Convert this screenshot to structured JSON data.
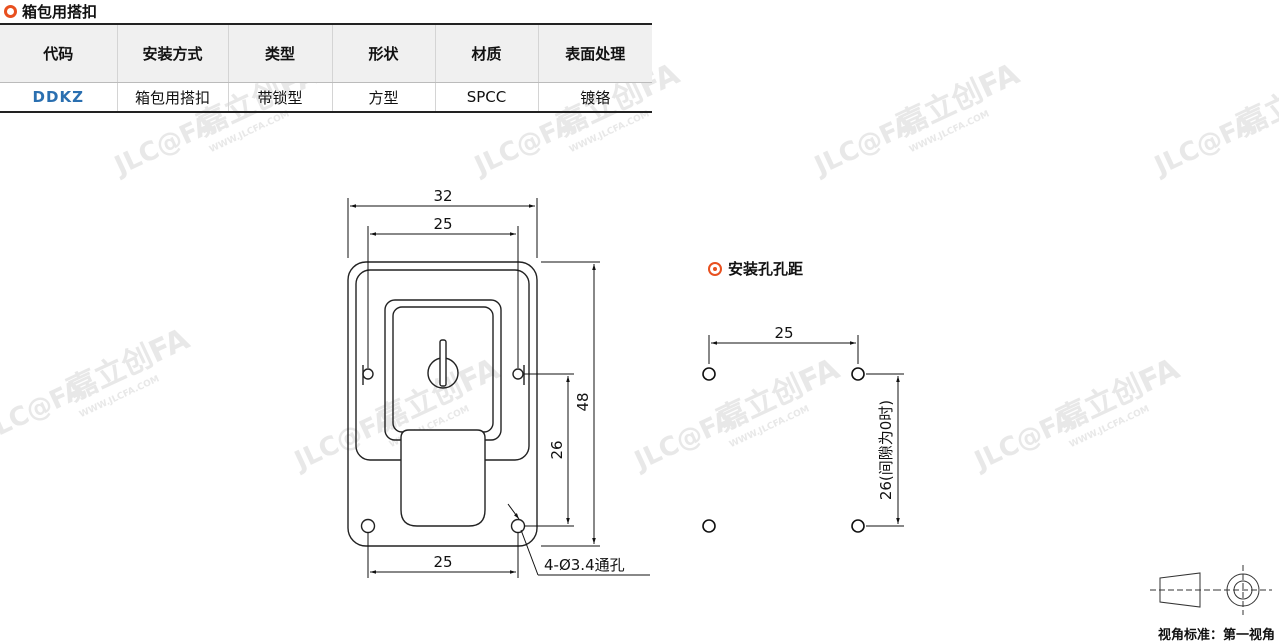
{
  "section_title": "箱包用搭扣",
  "table": {
    "headers": [
      "代码",
      "安装方式",
      "类型",
      "形状",
      "材质",
      "表面处理"
    ],
    "row": [
      "DDKZ",
      "箱包用搭扣",
      "带锁型",
      "方型",
      "SPCC",
      "镀铬"
    ]
  },
  "drawing": {
    "dim_overall_width": "32",
    "dim_top_inner": "25",
    "dim_bottom": "25",
    "dim_height": "48",
    "dim_inner_height": "26",
    "hole_callout": "4-Ø3.4通孔"
  },
  "mounting": {
    "title": "安装孔孔距",
    "dim_width": "25",
    "dim_height": "26(间隙为0时)"
  },
  "watermark": {
    "brand": "JLC@FA",
    "cn": "嘉立创FA",
    "url": "WWW.JLCFA.COM"
  },
  "view_caption": "视角标准：第一视角",
  "colors": {
    "accent": "#e8501f",
    "code_blue": "#2a6fb0"
  }
}
